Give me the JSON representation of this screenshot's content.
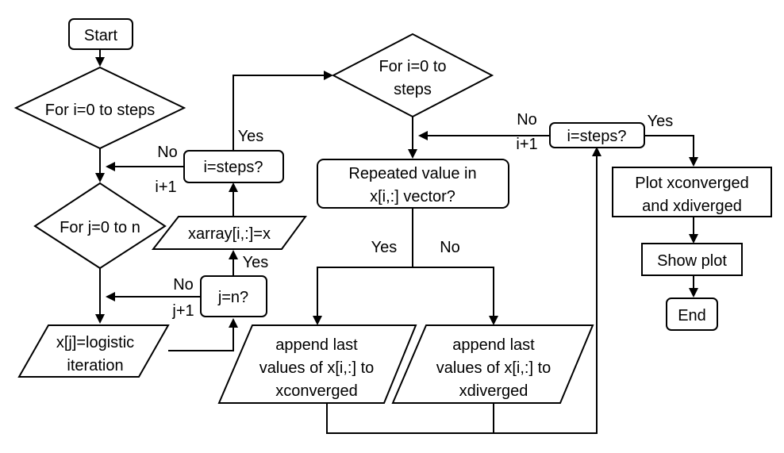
{
  "diagram": {
    "nodes": {
      "start": "Start",
      "for_i_1": "For i=0 to steps",
      "for_j": "For j=0 to n",
      "logistic": [
        "x[j]=logistic",
        "iteration"
      ],
      "j_eq_n": "j=n?",
      "xarray": "xarray[i,:]=x",
      "i_eq_steps_1": "i=steps?",
      "for_i_2": [
        "For i=0 to",
        "steps"
      ],
      "repeated": [
        "Repeated value in",
        "x[i,:] vector?"
      ],
      "append_conv": [
        "append last",
        "values of x[i,:] to",
        "xconverged"
      ],
      "append_div": [
        "append last",
        "values of x[i,:] to",
        "xdiverged"
      ],
      "i_eq_steps_2": "i=steps?",
      "plot": [
        "Plot xconverged",
        "and xdiverged"
      ],
      "show": "Show plot",
      "end": "End"
    },
    "labels": {
      "no_j": "No",
      "j_plus_1": "j+1",
      "yes_j": "Yes",
      "no_i1": "No",
      "i_plus_1_a": "i+1",
      "yes_i1": "Yes",
      "yes_rep": "Yes",
      "no_rep": "No",
      "no_i2": "No",
      "i_plus_1_b": "i+1",
      "yes_i2": "Yes"
    }
  },
  "colors": {
    "stroke": "#000000",
    "fill": "#ffffff",
    "background": "#ffffff"
  }
}
